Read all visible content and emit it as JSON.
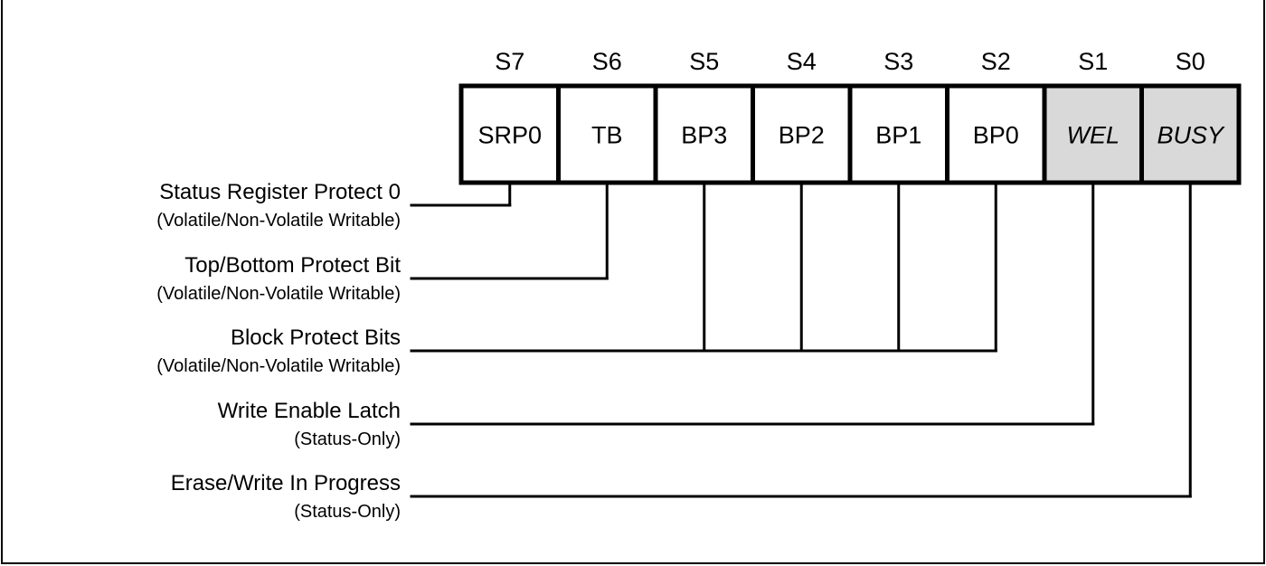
{
  "colors": {
    "line": "#000000",
    "cell_fill": "#ffffff",
    "status_only_fill": "#d9d9d9"
  },
  "bits": [
    {
      "index": "S7",
      "name": "SRP0",
      "italic": false,
      "shaded": false
    },
    {
      "index": "S6",
      "name": "TB",
      "italic": false,
      "shaded": false
    },
    {
      "index": "S5",
      "name": "BP3",
      "italic": false,
      "shaded": false
    },
    {
      "index": "S4",
      "name": "BP2",
      "italic": false,
      "shaded": false
    },
    {
      "index": "S3",
      "name": "BP1",
      "italic": false,
      "shaded": false
    },
    {
      "index": "S2",
      "name": "BP0",
      "italic": false,
      "shaded": false
    },
    {
      "index": "S1",
      "name": "WEL",
      "italic": true,
      "shaded": true
    },
    {
      "index": "S0",
      "name": "BUSY",
      "italic": true,
      "shaded": true
    }
  ],
  "descriptions": [
    {
      "title": "Status Register Protect 0",
      "subtitle": "(Volatile/Non-Volatile Writable)",
      "bits": [
        "S7"
      ]
    },
    {
      "title": "Top/Bottom Protect Bit",
      "subtitle": "(Volatile/Non-Volatile Writable)",
      "bits": [
        "S6"
      ]
    },
    {
      "title": "Block Protect Bits",
      "subtitle": "(Volatile/Non-Volatile Writable)",
      "bits": [
        "S5",
        "S4",
        "S3",
        "S2"
      ]
    },
    {
      "title": "Write Enable Latch",
      "subtitle": "(Status-Only)",
      "bits": [
        "S1"
      ]
    },
    {
      "title": "Erase/Write In Progress",
      "subtitle": "(Status-Only)",
      "bits": [
        "S0"
      ]
    }
  ]
}
